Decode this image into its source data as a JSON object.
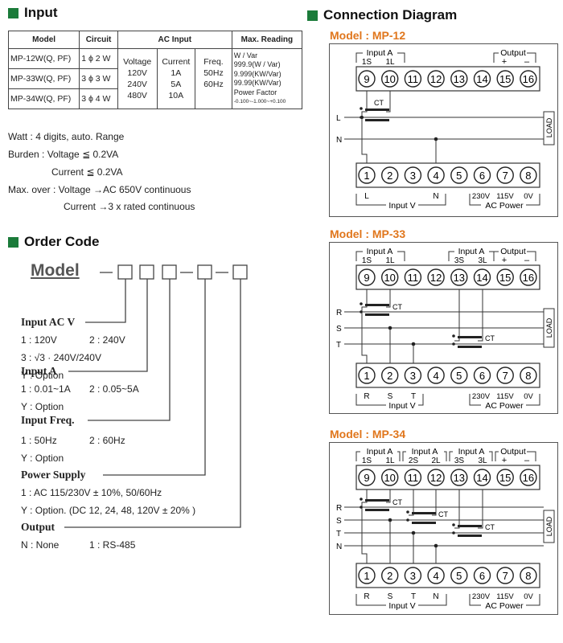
{
  "input": {
    "title": "Input",
    "table": {
      "headers": [
        "Model",
        "Circuit",
        "AC Input",
        "Max. Reading"
      ],
      "rows": [
        {
          "model": "MP-12W(Q, PF)",
          "circuit": "1 ϕ 2 W"
        },
        {
          "model": "MP-33W(Q, PF)",
          "circuit": "3 ϕ 3 W"
        },
        {
          "model": "MP-34W(Q, PF)",
          "circuit": "3 ϕ 4 W"
        }
      ],
      "voltage": {
        "label": "Voltage",
        "values": [
          "120V",
          "240V",
          "480V"
        ]
      },
      "current": {
        "label": "Current",
        "values": [
          "1A",
          "5A",
          "10A"
        ]
      },
      "freq": {
        "label": "Freq.",
        "values": [
          "50Hz",
          "60Hz"
        ]
      },
      "max_reading": [
        "W / Var",
        "999.9(W / Var)",
        "9.999(KW/Var)",
        "99.99(KW/Var)",
        "Power Factor",
        "-0.100~-1.000~+0.100"
      ]
    },
    "notes": [
      "Watt : 4 digits, auto. Range",
      "Burden : Voltage ≦ 0.2VA",
      "Current ≦ 0.2VA",
      "Max. over : Voltage →AC 650V continuous",
      "Current →3 x rated continuous"
    ]
  },
  "order": {
    "title": "Order Code",
    "model": "Model",
    "dash": "—",
    "input_acv": {
      "label": "Input AC V",
      "options": [
        "1 : 120V",
        "2 : 240V",
        "3 : √3 · 240V/240V",
        "Y : Option"
      ]
    },
    "input_a": {
      "label": "Input A",
      "options": [
        "1 : 0.01~1A",
        "2 : 0.05~5A",
        "Y : Option"
      ]
    },
    "input_freq": {
      "label": "Input Freq.",
      "options": [
        "1 : 50Hz",
        "2 : 60Hz",
        "Y : Option"
      ]
    },
    "power_supply": {
      "label": "Power Supply",
      "options": [
        "1 : AC 115/230V ± 10%, 50/60Hz",
        "Y : Option. (DC 12, 24, 48, 120V ± 20% )"
      ]
    },
    "output": {
      "label": "Output",
      "options": [
        "N : None",
        "1 : RS-485"
      ]
    }
  },
  "connection": {
    "title": "Connection Diagram",
    "terminals": [
      "9",
      "10",
      "11",
      "12",
      "13",
      "14",
      "15",
      "16"
    ],
    "bottom_terminals": [
      "1",
      "2",
      "3",
      "4",
      "5",
      "6",
      "7",
      "8"
    ],
    "output_label": "Output",
    "plus": "+",
    "minus": "–",
    "load": "LOAD",
    "ct": "CT",
    "input_a": "Input A",
    "input_v": "Input V",
    "ac_power": "AC Power",
    "v230": "230V",
    "v115": "115V",
    "v0": "0V",
    "mp12": {
      "title": "Model : MP-12",
      "top": [
        "1S",
        "1L"
      ],
      "lines": [
        "L",
        "N"
      ],
      "bottom": [
        "L",
        "N"
      ]
    },
    "mp33": {
      "title": "Model : MP-33",
      "top": [
        "1S",
        "1L",
        "3S",
        "3L"
      ],
      "lines": [
        "R",
        "S",
        "T"
      ],
      "bottom": [
        "R",
        "S",
        "T"
      ]
    },
    "mp34": {
      "title": "Model : MP-34",
      "top": [
        "1S",
        "1L",
        "2S",
        "2L",
        "3S",
        "3L"
      ],
      "lines": [
        "R",
        "S",
        "T",
        "N"
      ],
      "bottom": [
        "R",
        "S",
        "T",
        "N"
      ]
    }
  },
  "colors": {
    "accent_green": "#1b7b3a",
    "accent_orange": "#e0761c"
  }
}
